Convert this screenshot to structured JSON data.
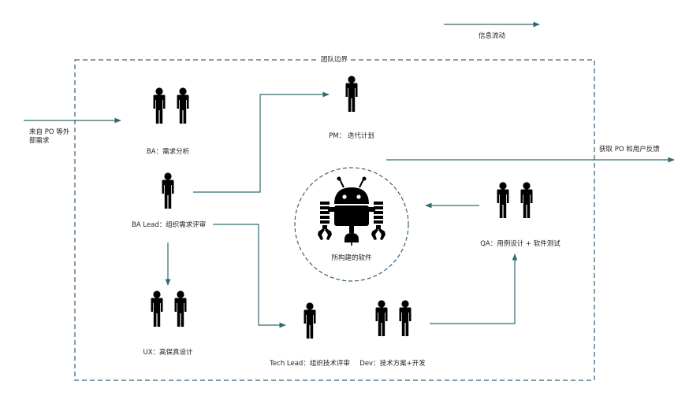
{
  "legend": {
    "label": "信息流动"
  },
  "team_boundary": {
    "label": "团队边界"
  },
  "external_input": {
    "label_line1": "来自 PO 等外",
    "label_line2": "部需求"
  },
  "external_output": {
    "label": "获取 PO 和用户反馈"
  },
  "roles": {
    "ba": "BA：需求分析",
    "ba_lead": "BA Lead：组织需求评审",
    "pm": "PM： 迭代计划",
    "ux": "UX：高保真设计",
    "tech_lead": "Tech Lead：组织技术评审",
    "dev": "Dev：技术方案+开发",
    "qa": "QA：用例设计 + 软件测试"
  },
  "software": {
    "label": "所构建的软件"
  },
  "colors": {
    "arrow": "#2e6b6d",
    "boundary": "#3a5f7a",
    "figure": "#000000"
  }
}
